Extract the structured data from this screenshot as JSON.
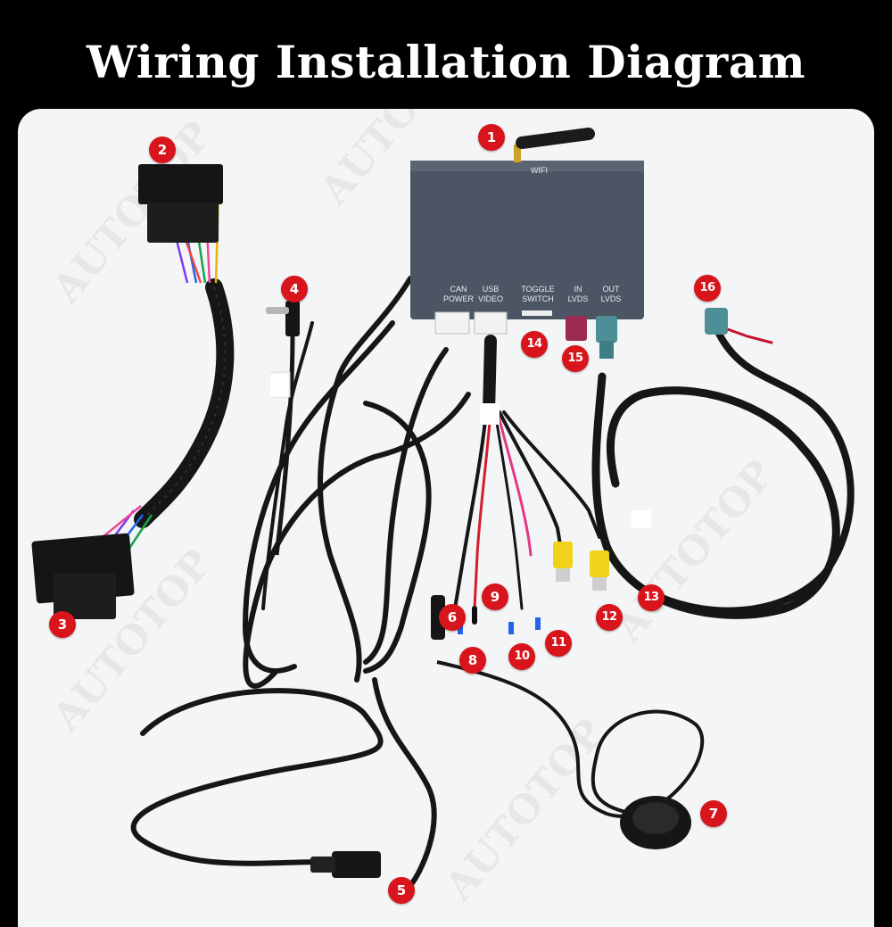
{
  "title": "Wiring Installation Diagram",
  "watermark": "AUTOTOP",
  "box": {
    "label": "WIFI",
    "ports": [
      {
        "line1": "CAN",
        "line2": "POWER"
      },
      {
        "line1": "USB",
        "line2": "VIDEO"
      },
      {
        "line1": "TOGGLE",
        "line2": "SWITCH"
      },
      {
        "line1": "IN",
        "line2": "LVDS"
      },
      {
        "line1": "OUT",
        "line2": "LVDS"
      }
    ]
  },
  "callouts": [
    "1",
    "2",
    "3",
    "4",
    "5",
    "6",
    "7",
    "8",
    "9",
    "10",
    "11",
    "12",
    "13",
    "14",
    "15",
    "16"
  ],
  "colors": {
    "badge": "#d8141c",
    "box": "#4b5563",
    "fakra_teal": "#4d8f96",
    "fakra_magenta": "#9b2b53",
    "rca_yellow": "#f0d21a",
    "cable": "#161616"
  }
}
